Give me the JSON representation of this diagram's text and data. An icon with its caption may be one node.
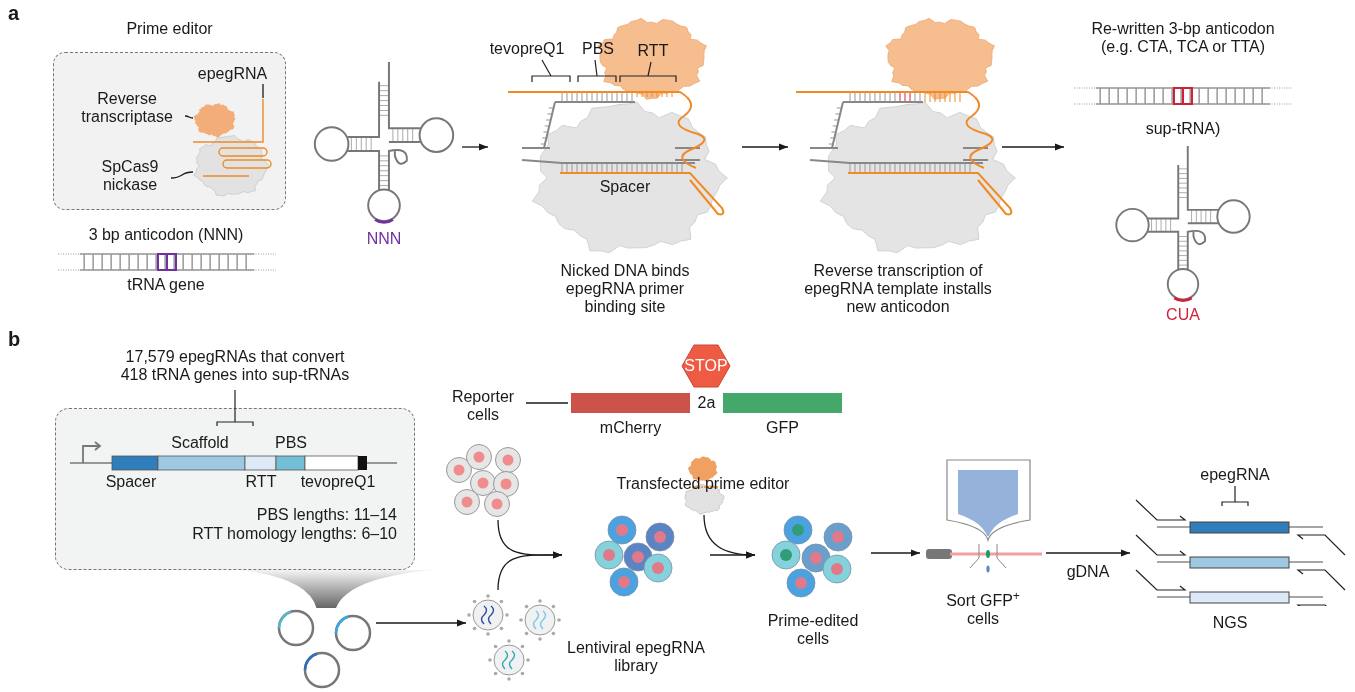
{
  "diagram": {
    "nodes": [
      {
        "text": [
          "Prime editor"
        ]
      },
      {
        "text": [
          "Reverse transcriptase"
        ],
        "in": 0
      },
      {
        "text": [
          "epegRNA"
        ],
        "in": 0
      },
      {
        "text": [
          "SpCas9 nickase"
        ],
        "in": 0
      },
      {
        "text": [],
        "shape": "picture",
        "in": 0
      },
      {
        "text": [
          "NNN"
        ]
      },
      {
        "text": [
          "tevopreQ1",
          "PBS",
          "RTT",
          "Spacer",
          "Nicked DNA binds epegRNA primer binding site"
        ]
      },
      {
        "text": [
          "Reverse transcription of epegRNA template installs new anticodon"
        ]
      },
      {
        "text": [
          "Re-written 3-bp anticodon (e.g. CTA, TCA or TTA)",
          "sup-tRNA)",
          "CUA"
        ]
      },
      {
        "text": [
          "17,579 epegRNAs that convert 418 tRNA genes into sup-tRNAs",
          "Scaffold",
          "PBS",
          "Spacer",
          "RTT",
          "tevopreQ1",
          "PBS lengths: 11–14",
          "RTT homology lengths: 6–10"
        ]
      },
      {
        "text": [],
        "shape": "picture"
      },
      {
        "text": [],
        "shape": "picture"
      },
      {
        "text": [
          "Reporter cells"
        ]
      },
      {
        "text": [
          "STOP",
          "mCherry",
          "2a",
          "GFP"
        ]
      },
      {
        "text": [],
        "shape": "picture"
      },
      {
        "text": [
          "Lentiviral epegRNA library"
        ]
      },
      {
        "text": [
          "Transfected prime editor"
        ]
      },
      {
        "text": [
          "Prime-edited cells"
        ]
      },
      {
        "text": [
          "Sort GFP$^{+}$ cells"
        ]
      },
      {
        "text": [
          "epegRNA",
          "NGS"
        ]
      },
      {
        "text": [],
        "shape": "funnel"
      }
    ],
    "edges": [
      {
        "from": 1,
        "to": 4,
        "arrow": "none"
      },
      {
        "from": 2,
        "to": 4,
        "arrow": "none"
      },
      {
        "from": 3,
        "to": 4,
        "arrow": "none"
      },
      {
        "from": 5,
        "to": 6,
        "arrow": "to"
      },
      {
        "from": 6,
        "to": 7,
        "arrow": "to"
      },
      {
        "from": 7,
        "to": 8,
        "arrow": "to"
      },
      {
        "from": 10,
        "to": 11,
        "arrow": "to"
      },
      {
        "from": 12,
        "to": 13,
        "arrow": "none"
      },
      {
        "from": 14,
        "to": 15,
        "arrow": "to"
      },
      {
        "from": 11,
        "to": 15,
        "arrow": "to"
      },
      {
        "from": 15,
        "to": 17,
        "arrow": "to"
      },
      {
        "from": 16,
        "to": 17,
        "arrow": "to"
      },
      {
        "from": 17,
        "to": 18,
        "arrow": "to"
      },
      {
        "from": 18,
        "to": 19,
        "arrow": "to",
        "label": "gDNA"
      }
    ],
    "labels": [
      "a",
      "3 bp anticodon (NNN)",
      "tRNA gene",
      "b"
    ]
  }
}
